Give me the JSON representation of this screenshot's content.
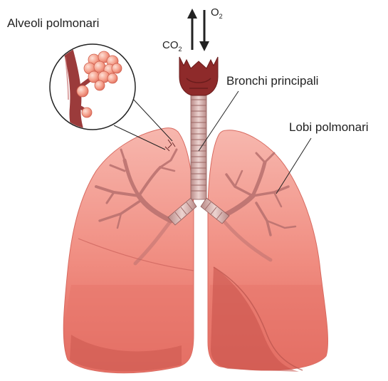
{
  "labels": {
    "alveoli": "Alveoli polmonari",
    "bronchi": "Bronchi principali",
    "lobes": "Lobi polmonari"
  },
  "gases": {
    "out": {
      "base": "CO",
      "sub": "2"
    },
    "in": {
      "base": "O",
      "sub": "2"
    }
  },
  "colors": {
    "lung_fill": "#f0857a",
    "lung_light": "#f7b1a8",
    "lung_dark": "#b84a44",
    "bronchi": "#c97a7a",
    "trachea_rings": "#c9a19e",
    "larynx": "#8e2a2a",
    "alveoli": "#f49a86",
    "vessel": "#9b3b3b",
    "line": "#222222"
  }
}
